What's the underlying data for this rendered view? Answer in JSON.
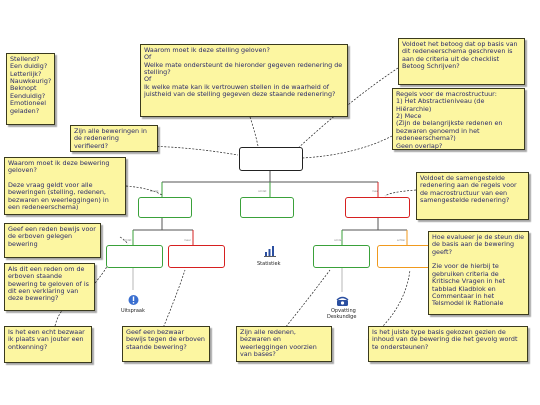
{
  "colors": {
    "note_bg": "#fcf6a1",
    "support": "#3aa13a",
    "objection": "#d62020",
    "rebuttal": "#f09a1e",
    "connector_dashed": "#222222"
  },
  "notes": {
    "key_words": "Stellend?\nEen duidig?\nLetterlijk?\nNauwkeurig?\nBeknopt\nEenduidig?\nEmotioneel\ngeladen?",
    "main_question": "Waarom moet ik deze stelling geloven?\nOf\nWelke mate ondersteunt de hieronder gegeven redenering de stelling?\nOf\nIk welke mate kan ik vertrouwen stellen in de waarheid of juistheid van de stelling gegeven deze staande redenering?",
    "checklist": "Voldoet het betoog dat op basis van dit redeneerschema geschreven is aan de criteria uit de checklist Betoog Schrijven?",
    "all_claims": "Zijn alle beweringen in de redenering verifieerd?",
    "rules_macro": "Regels voor de macrostructuur:\n1) Het Abstractieniveau (de Hiërarchie)\n2) Mece\n(Zijn de belangrijkste redenen en bezwaren genoemd in het redeneerschema?)\nGeen overlap?",
    "why_believe": "Waarom moet ik deze bewering geloven?\n\nDeze vraag geldt voor alle beweringen (stelling, redenen, bezwaren en weerleggingen) in een redeneerschema)",
    "sum_rules": "Voldoet de samengestelde redenering aan de regels voor de macrostructuur van een samengestelde redenering?",
    "give_reason": "Geef een reden bewijs voor de erboven gelegen bewering",
    "doubt": "Als dit een reden om de erboven staande bewering te geloven of is dit een verklaring van deze bewering?",
    "evaluate": "Hoe evalueer je de steun die de basis aan de bewering geeft?\n\nZie voor de hierbij te gebruiken criteria de Kritische Vragen in het tabblad Kladblok en Commentaar in het Telsmodel ik Rationale",
    "real_objection": "Is het een echt bezwaar ik plaats van jouter een ontkenning?",
    "give_objection": "Geef een bezwaar bewijs tegen de erboven staande bewering?",
    "all_reasons": "Zijn alle redenen, bezwaren en weerleggingen voorzien van bases?",
    "right_basis": "Is het juiste type basis gekozen gezien de inhoud van de bewering die het gevolg wordt te ondersteunen?"
  },
  "icons": {
    "statistic": "bar-chart-icon",
    "expert": "exclamation-icon",
    "public": "telephone-icon"
  },
  "labels": {
    "statistic": "Statistiek",
    "expert": "Uitspraak",
    "public_1": "Opvatting",
    "public_2": "Deskundige"
  },
  "connector_tags": {
    "because": "omdat",
    "but": "maar",
    "however": "echter"
  }
}
